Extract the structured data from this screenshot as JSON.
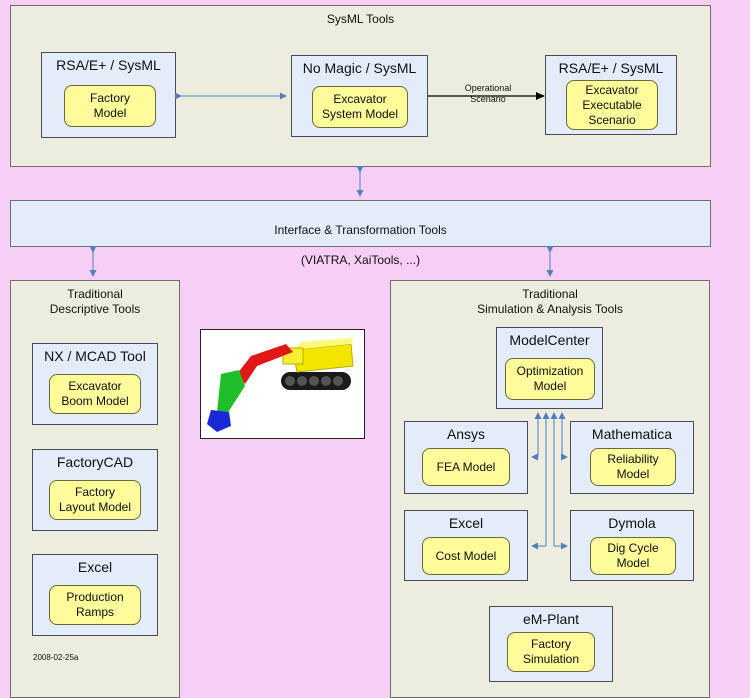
{
  "sysml_panel": {
    "title": "SysML Tools",
    "tools": [
      {
        "name": "RSA/E+ / SysML",
        "model": "Factory\nModel"
      },
      {
        "name": "No Magic / SysML",
        "model": "Excavator\nSystem Model"
      },
      {
        "name": "RSA/E+ / SysML",
        "model": "Excavator\nExecutable\nScenario"
      }
    ],
    "arrow_label": "Operational\nScenario"
  },
  "interface_bar": {
    "line1": "Interface & Transformation Tools",
    "line2": "(VIATRA, XaiTools, ...)"
  },
  "descriptive_panel": {
    "title": "Traditional\nDescriptive Tools",
    "tools": [
      {
        "name": "NX / MCAD Tool",
        "model": "Excavator\nBoom Model"
      },
      {
        "name": "FactoryCAD",
        "model": "Factory\nLayout Model"
      },
      {
        "name": "Excel",
        "model": "Production\nRamps"
      }
    ],
    "footer": "2008-02-25a"
  },
  "analysis_panel": {
    "title": "Traditional\nSimulation & Analysis Tools",
    "tools": [
      {
        "name": "ModelCenter",
        "model": "Optimization\nModel"
      },
      {
        "name": "Ansys",
        "model": "FEA Model"
      },
      {
        "name": "Mathematica",
        "model": "Reliability\nModel"
      },
      {
        "name": "Excel",
        "model": "Cost Model"
      },
      {
        "name": "Dymola",
        "model": "Dig Cycle\nModel"
      },
      {
        "name": "eM-Plant",
        "model": "Factory\nSimulation"
      }
    ]
  },
  "colors": {
    "background": "#f6cef6",
    "panel": "#ededdf",
    "tool_box": "#e3ecf8",
    "model_box": "#fdfb9a",
    "connector": "#4f81bd"
  }
}
